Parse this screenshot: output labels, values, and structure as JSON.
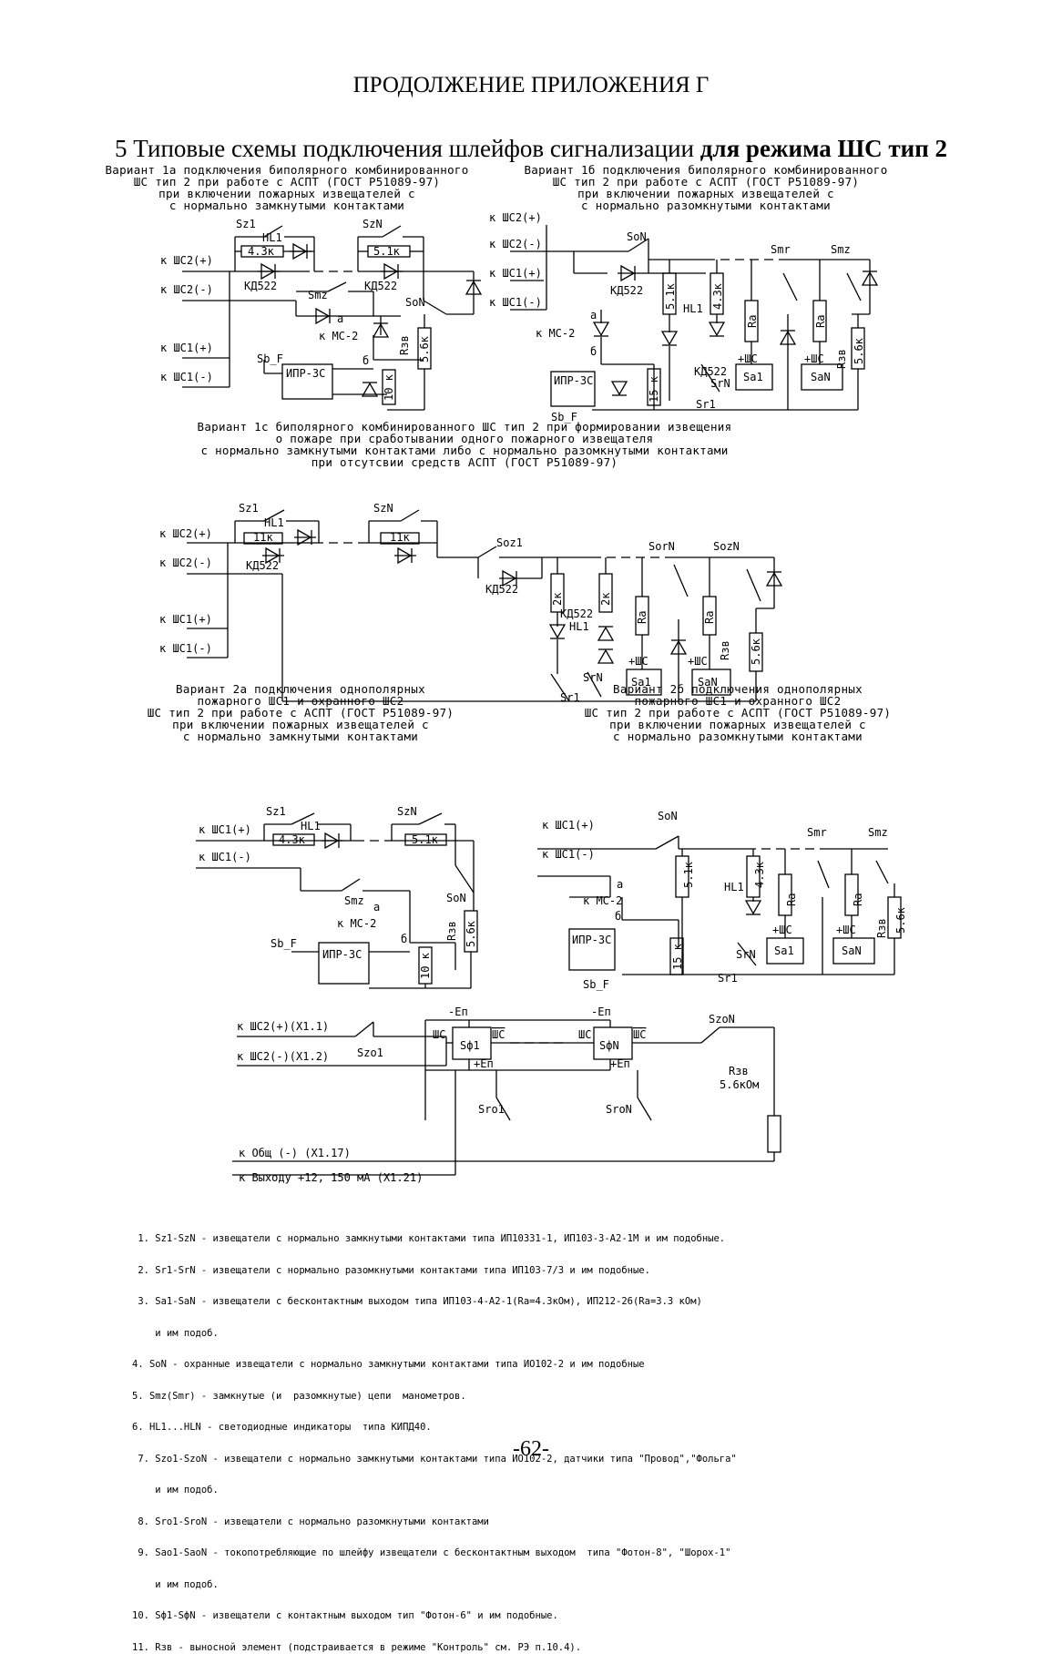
{
  "header": "ПРОДОЛЖЕНИЕ ПРИЛОЖЕНИЯ  Г",
  "section_title": {
    "number_text": "5 Типовые схемы  подключения шлейфов сигнализации ",
    "bold_text": "для режима ШС тип 2"
  },
  "captions": {
    "v1a": "Вариант 1а подключения биполярного комбинированного\nШС тип 2 при работе с АСПТ (ГОСТ Р51089-97)\nпри включении пожарных извещателей с\nс нормально замкнутыми контактами",
    "v1b": "Вариант 1б подключения биполярного комбинированного\nШС тип 2 при работе с АСПТ (ГОСТ Р51089-97)\nпри включении пожарных извещателей с\nс нормально разомкнутыми контактами",
    "v1c": "Вариант 1с биполярного комбинированного ШС тип 2 при формировании извещения\nо пожаре при сработывании одного пожарного извещателя\nс нормально замкнутыми контактами либо с нормально разомкнутыми контактами\nпри отсутсвии средств АСПТ (ГОСТ Р51089-97)",
    "v2a": "Вариант 2а подключения однополярных\nпожарного ШС1 и охранного ШС2\nШС тип 2 при работе с АСПТ (ГОСТ Р51089-97)\nпри включении пожарных извещателей с\nс нормально замкнутыми контактами",
    "v2b": "Вариант 2б подключения однополярных\nпожарного ШС1 и охранного ШС2\nШС тип 2 при работе с АСПТ (ГОСТ Р51089-97)\nпри включении пожарных извещателей с\nс нормально разомкнутыми контактами"
  },
  "labels": {
    "shc2p": "к ШС2(+)",
    "shc2m": "к ШС2(-)",
    "shc1p": "к ШС1(+)",
    "shc1m": "к ШС1(-)",
    "sz1": "Sz1",
    "szn": "SzN",
    "hl1": "HL1",
    "r43": "4.3к",
    "r51": "5.1к",
    "r11": "11к",
    "kd522": "КД522",
    "smz": "Smz",
    "smr": "Smr",
    "son": "SoN",
    "ms2": "к МС-2",
    "a": "а",
    "b": "б",
    "sb_f": "Sb_F",
    "ipr": "ИПР-3С",
    "r10k": "10 к",
    "r15k": "15 к",
    "r56k": "5.6к",
    "rzv": "Rзв",
    "ra": "Ra",
    "r2k": "2к",
    "shc_plus": "+ШС",
    "sa1": "Sa1",
    "san": "SaN",
    "sr1": "Sr1",
    "srn": "SrN",
    "soz1": "Soz1",
    "sorn": "SorN",
    "sozn": "SozN",
    "shc2p_x": "к ШС2(+)(X1.1)",
    "shc2m_x": "к ШС2(-)(X1.2)",
    "szo1": "Szo1",
    "szon": "SzoN",
    "en_minus": "-Еп",
    "en_plus": "+Еп",
    "shc": "ШС",
    "shc_bar": "ШС",
    "sf1": "Sф1",
    "sfn": "SфN",
    "sro1": "Sro1",
    "sron": "SroN",
    "rzv_val": "5.6кОм",
    "obsh": "к Общ (-) (X1.17)",
    "vyhod": "к Выходу +12, 150 мА (X1.21)"
  },
  "notes": [
    " 1. Sz1-SzN - извещатели с нормально замкнутыми контактами типа ИП10331-1, ИП103-3-А2-1М и им подобные.",
    " 2. Sr1-SrN - извещатели с нормально разомкнутыми контактами типа ИП103-7/3 и им подобные.",
    " 3. Sa1-SaN - извещатели с бесконтактным выходом типа ИП103-4-А2-1(Ra=4.3кОм), ИП212-26(Ra=3.3 кОм)",
    "    и им подоб.",
    "4. SoN - охранные извещатели с нормально замкнутыми контактами типа ИО102-2 и им подобные",
    "5. Smz(Smr) - замкнутые (и  разомкнутые) цепи  манометров.",
    "6. HL1...HLN - светодиодные индикаторы  типа КИПД40.",
    " 7. Szo1-SzoN - извещатели с нормально замкнутыми контактами типа ИО102-2, датчики типа \"Провод\",\"Фольга\"",
    "    и им подоб.",
    " 8. Sro1-SroN - извещатели с нормально разомкнутыми контактами",
    " 9. Sao1-SaoN - токопотребляющие по шлейфу извещатели с бесконтактным выходом  типа \"Фотон-8\", \"Шорох-1\"",
    "    и им подоб.",
    "10. Sф1-SфN - извещатели с контактным выходом тип \"Фотон-6\" и им подобные.",
    "11. Rзв - выносной элемент (подстраивается в режиме \"Контроль\" см. РЭ п.10.4)."
  ],
  "page_number": "-62-"
}
